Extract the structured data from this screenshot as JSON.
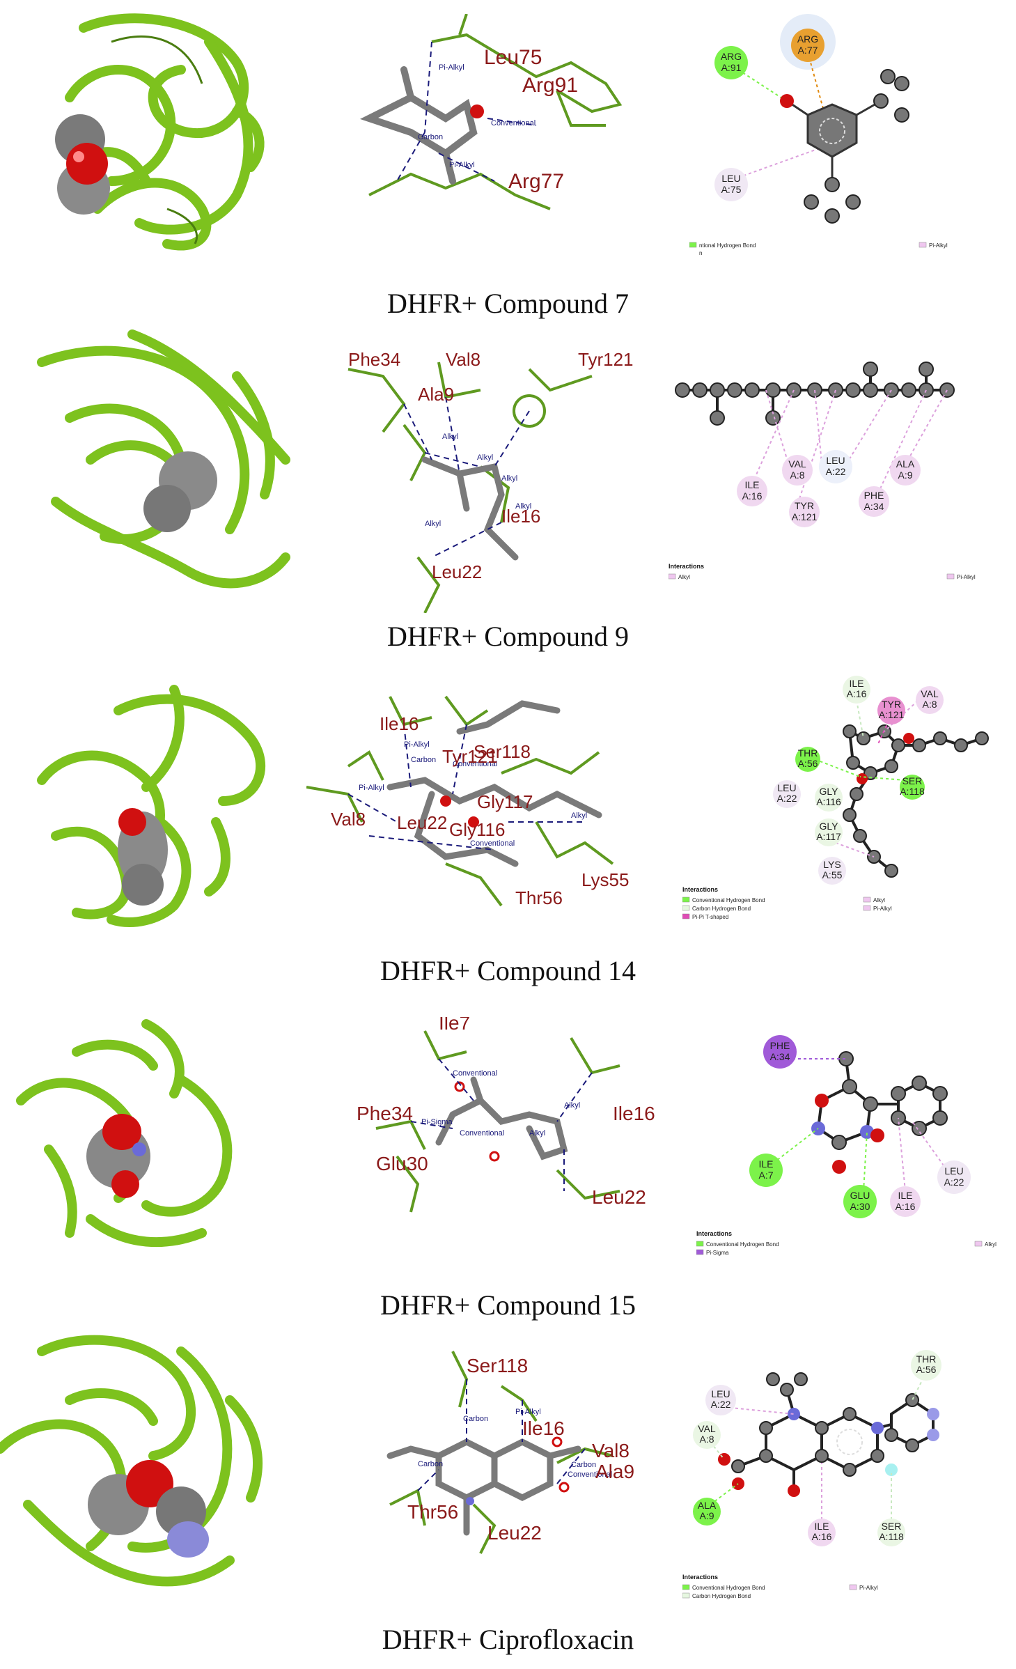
{
  "colors": {
    "ribbon": "#7dc21e",
    "ribbon_dark": "#4a7d10",
    "ligand_gray": "#7a7a7a",
    "oxygen": "#d01010",
    "nitrogen": "#6a6ad8",
    "residue_label": "#8b1a1a",
    "interaction_label": "#1a1a7a",
    "conv_hbond": "#7cf24a",
    "carbon_hbond": "#e6f7e0",
    "pi_alkyl": "#efc7ef",
    "pi_pi_tshaped": "#e04cb6",
    "pi_sigma": "#a05ad8"
  },
  "panels": [
    {
      "caption": "DHFR+ Compound 7",
      "residues_3d": [
        {
          "label": "Leu75"
        },
        {
          "label": "Arg91"
        },
        {
          "label": "Arg77"
        }
      ],
      "interaction_tags": [
        "Pi-Alkyl",
        "Conventional",
        "Pi-Alkyl",
        "Carbon"
      ],
      "nodes_2d": [
        {
          "line1": "ARG",
          "line2": "A:91",
          "kind": "conv_hbond"
        },
        {
          "line1": "ARG",
          "line2": "A:77",
          "kind": "orange"
        },
        {
          "line1": "LEU",
          "line2": "A:75",
          "kind": "pi_alkyl"
        }
      ],
      "legend_title": "",
      "legend": [
        {
          "label": "ntional Hydrogen Bond",
          "kind": "conv_hbond"
        },
        {
          "label": "Pi-Alkyl",
          "kind": "pi_alkyl"
        }
      ],
      "legend_extra": "n"
    },
    {
      "caption": "DHFR+ Compound 9",
      "residues_3d": [
        {
          "label": "Phe34"
        },
        {
          "label": "Val8"
        },
        {
          "label": "Tyr121"
        },
        {
          "label": "Ala9"
        },
        {
          "label": "Ile16"
        },
        {
          "label": "Leu22"
        }
      ],
      "interaction_tags": [
        "Alkyl",
        "Alkyl",
        "Alkyl",
        "Alkyl",
        "Alkyl"
      ],
      "nodes_2d": [
        {
          "line1": "VAL",
          "line2": "A:8",
          "kind": "pi_alkyl"
        },
        {
          "line1": "LEU",
          "line2": "A:22",
          "kind": "pi_alkyl"
        },
        {
          "line1": "ALA",
          "line2": "A:9",
          "kind": "pi_alkyl"
        },
        {
          "line1": "ILE",
          "line2": "A:16",
          "kind": "pi_alkyl"
        },
        {
          "line1": "PHE",
          "line2": "A:34",
          "kind": "pi_alkyl"
        },
        {
          "line1": "TYR",
          "line2": "A:121",
          "kind": "pi_alkyl"
        }
      ],
      "legend_title": "Interactions",
      "legend": [
        {
          "label": "Alkyl",
          "kind": "pi_alkyl"
        },
        {
          "label": "Pi-Alkyl",
          "kind": "pi_alkyl"
        }
      ],
      "legend_extra": ""
    },
    {
      "caption": "DHFR+ Compound 14",
      "residues_3d": [
        {
          "label": "Ile16"
        },
        {
          "label": "Tyr121"
        },
        {
          "label": "Ser118"
        },
        {
          "label": "Val8"
        },
        {
          "label": "Leu22"
        },
        {
          "label": "Gly117"
        },
        {
          "label": "Gly116"
        },
        {
          "label": "Lys55"
        },
        {
          "label": "Thr56"
        }
      ],
      "interaction_tags": [
        "Pi-Alkyl",
        "Carbon",
        "Conventional",
        "Pi-Alkyl",
        "Alkyl",
        "Conventional"
      ],
      "nodes_2d": [
        {
          "line1": "ILE",
          "line2": "A:16",
          "kind": "carbon_hbond"
        },
        {
          "line1": "VAL",
          "line2": "A:8",
          "kind": "pi_alkyl"
        },
        {
          "line1": "TYR",
          "line2": "A:121",
          "kind": "pi_pi_tshaped"
        },
        {
          "line1": "THR",
          "line2": "A:56",
          "kind": "conv_hbond"
        },
        {
          "line1": "LEU",
          "line2": "A:22",
          "kind": "pi_alkyl"
        },
        {
          "line1": "GLY",
          "line2": "A:116",
          "kind": "carbon_hbond"
        },
        {
          "line1": "SER",
          "line2": "A:118",
          "kind": "conv_hbond"
        },
        {
          "line1": "GLY",
          "line2": "A:117",
          "kind": "carbon_hbond"
        },
        {
          "line1": "LYS",
          "line2": "A:55",
          "kind": "pi_alkyl"
        }
      ],
      "legend_title": "Interactions",
      "legend": [
        {
          "label": "Conventional Hydrogen Bond",
          "kind": "conv_hbond"
        },
        {
          "label": "Alkyl",
          "kind": "pi_alkyl"
        },
        {
          "label": "Carbon Hydrogen Bond",
          "kind": "carbon_hbond"
        },
        {
          "label": "Pi-Alkyl",
          "kind": "pi_alkyl"
        },
        {
          "label": "Pi-Pi T-shaped",
          "kind": "pi_pi_tshaped"
        }
      ],
      "legend_extra": ""
    },
    {
      "caption": "DHFR+ Compound 15",
      "residues_3d": [
        {
          "label": "Ile7"
        },
        {
          "label": "Ile16"
        },
        {
          "label": "Phe34"
        },
        {
          "label": "Glu30"
        },
        {
          "label": "Leu22"
        }
      ],
      "interaction_tags": [
        "Conventional",
        "Pi-Sigma",
        "Conventional",
        "Alkyl",
        "Alkyl"
      ],
      "nodes_2d": [
        {
          "line1": "PHE",
          "line2": "A:34",
          "kind": "pi_sigma"
        },
        {
          "line1": "ILE",
          "line2": "A:7",
          "kind": "conv_hbond"
        },
        {
          "line1": "GLU",
          "line2": "A:30",
          "kind": "conv_hbond"
        },
        {
          "line1": "ILE",
          "line2": "A:16",
          "kind": "pi_alkyl"
        },
        {
          "line1": "LEU",
          "line2": "A:22",
          "kind": "pi_alkyl"
        }
      ],
      "legend_title": "Interactions",
      "legend": [
        {
          "label": "Conventional Hydrogen Bond",
          "kind": "conv_hbond"
        },
        {
          "label": "Alkyl",
          "kind": "pi_alkyl"
        },
        {
          "label": "Pi-Sigma",
          "kind": "pi_sigma"
        }
      ],
      "legend_extra": ""
    },
    {
      "caption": "DHFR+ Ciprofloxacin",
      "residues_3d": [
        {
          "label": "Ser118"
        },
        {
          "label": "Ile16"
        },
        {
          "label": "Val8"
        },
        {
          "label": "Ala9"
        },
        {
          "label": "Thr56"
        },
        {
          "label": "Leu22"
        }
      ],
      "interaction_tags": [
        "Carbon",
        "Pi-Alkyl",
        "Carbon",
        "Conventional",
        "Carbon"
      ],
      "nodes_2d": [
        {
          "line1": "THR",
          "line2": "A:56",
          "kind": "carbon_hbond"
        },
        {
          "line1": "LEU",
          "line2": "A:22",
          "kind": "pi_alkyl"
        },
        {
          "line1": "VAL",
          "line2": "A:8",
          "kind": "carbon_hbond"
        },
        {
          "line1": "ALA",
          "line2": "A:9",
          "kind": "conv_hbond"
        },
        {
          "line1": "ILE",
          "line2": "A:16",
          "kind": "pi_alkyl"
        },
        {
          "line1": "SER",
          "line2": "A:118",
          "kind": "carbon_hbond"
        }
      ],
      "legend_title": "Interactions",
      "legend": [
        {
          "label": "Conventional Hydrogen Bond",
          "kind": "conv_hbond"
        },
        {
          "label": "Pi-Alkyl",
          "kind": "pi_alkyl"
        },
        {
          "label": "Carbon Hydrogen Bond",
          "kind": "carbon_hbond"
        }
      ],
      "legend_extra": ""
    }
  ]
}
